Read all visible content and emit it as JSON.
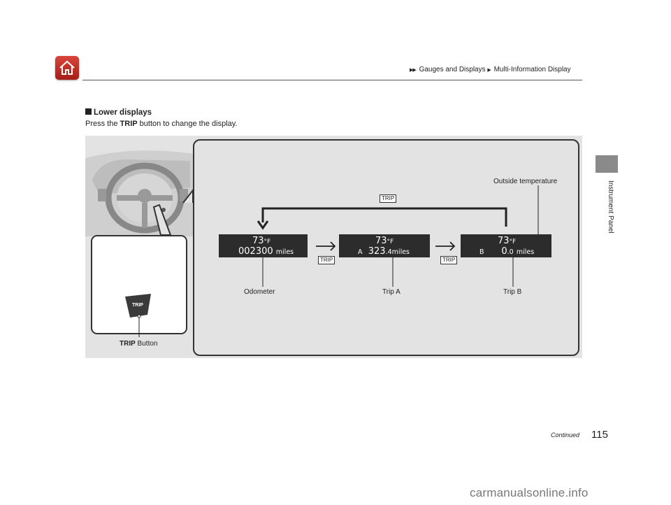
{
  "breadcrumb": {
    "arrow": "▶▶",
    "section": "Gauges and Displays",
    "sep": "▶",
    "page": "Multi-Information Display"
  },
  "side_label": "Instrument Panel",
  "section_title": "Lower displays",
  "intro": {
    "before": "Press the ",
    "bold": "TRIP",
    "after": " button to change the display."
  },
  "trip_key": "TRIP",
  "displays": {
    "odometer": {
      "temp": "73",
      "unit_temp": "°F",
      "value": "002300",
      "unit": "miles"
    },
    "trip_a": {
      "temp": "73",
      "unit_temp": "°F",
      "prefix": "A",
      "value": "323",
      "decimal": ".4",
      "unit": "miles"
    },
    "trip_b": {
      "temp": "73",
      "unit_temp": "°F",
      "prefix": "B",
      "value": "0",
      "decimal": ".0",
      "unit": "miles"
    }
  },
  "callouts": {
    "outside_temp": "Outside temperature",
    "odometer": "Odometer",
    "trip_a": "Trip A",
    "trip_b": "Trip B",
    "trip_button_bold": "TRIP",
    "trip_button": " Button"
  },
  "button_label": "TRIP",
  "footer": {
    "continued": "Continued",
    "page_number": "115"
  },
  "watermark": "carmanualsonline.info",
  "colors": {
    "home": "#c0302a",
    "display": "#2c2c2c",
    "figure_bg": "#e3e3e3"
  }
}
